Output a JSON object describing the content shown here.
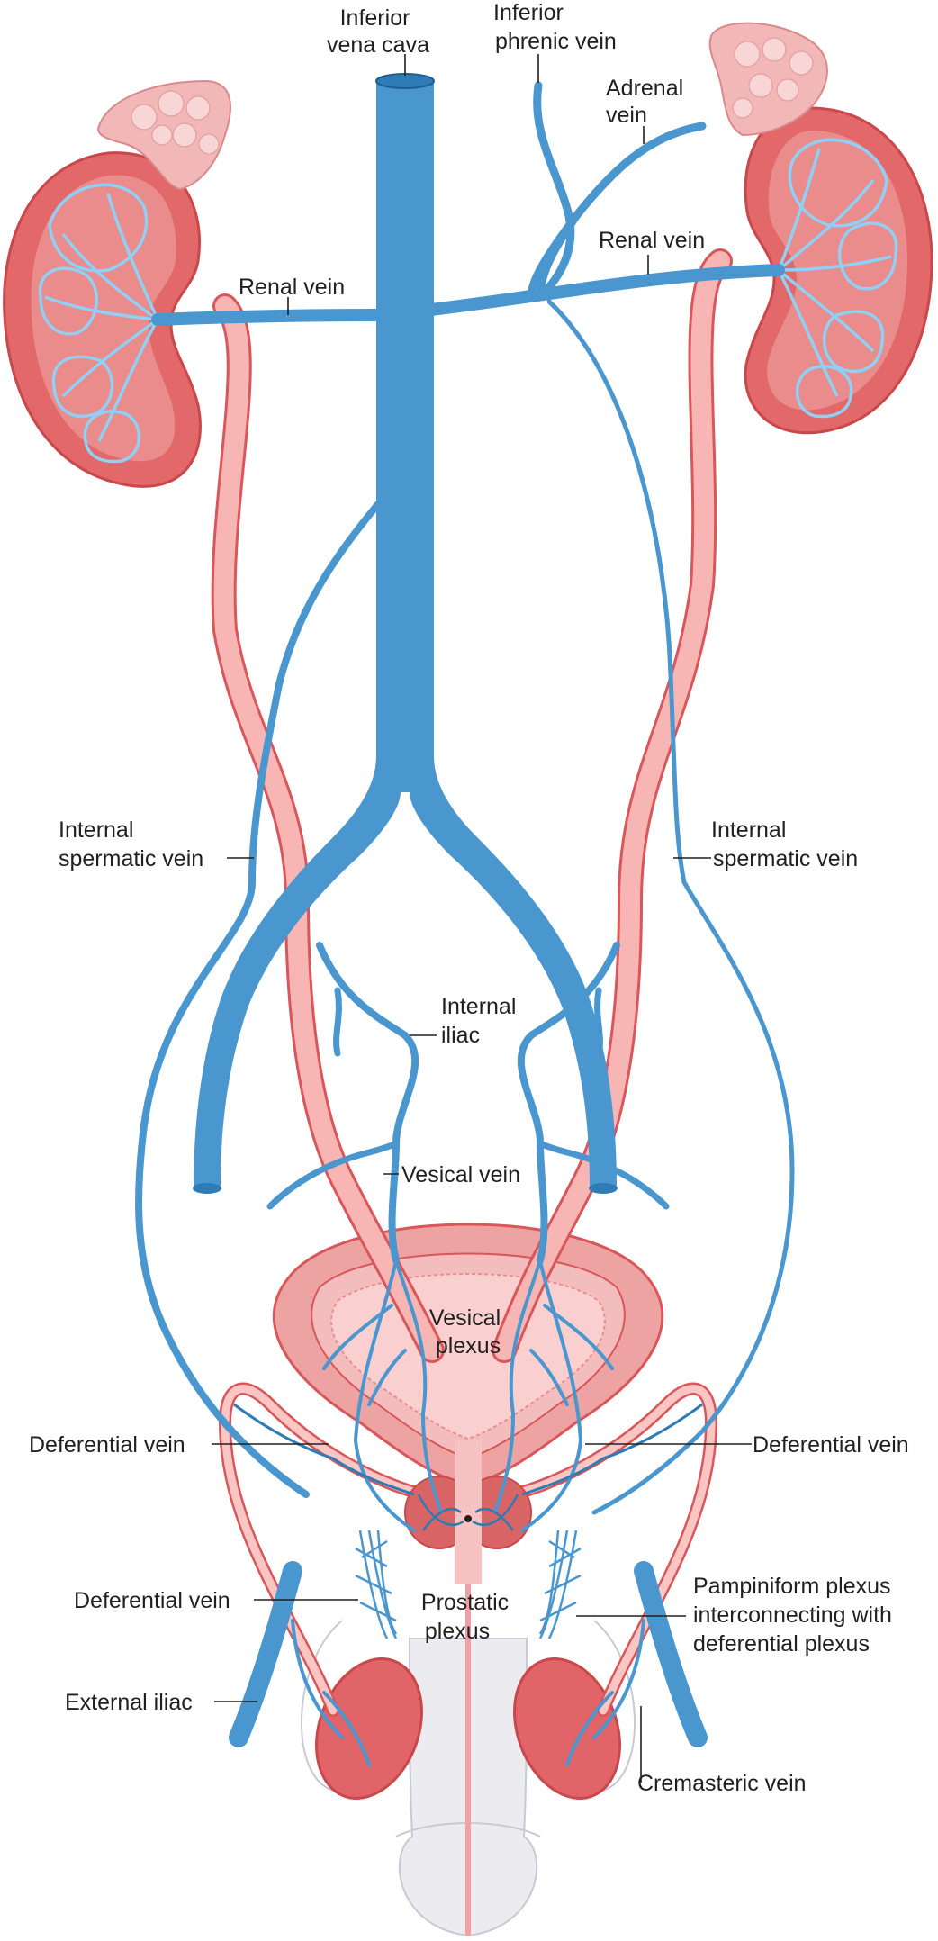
{
  "labels": {
    "ivc": [
      "Inferior",
      "vena cava"
    ],
    "phrenic": [
      "Inferior",
      "phrenic vein"
    ],
    "adrenal": [
      "Adrenal",
      "vein"
    ],
    "renal_left": "Renal vein",
    "renal_right": "Renal vein",
    "spermatic_left": [
      "Internal",
      "spermatic vein"
    ],
    "spermatic_right": [
      "Internal",
      "spermatic vein"
    ],
    "internal_iliac": [
      "Internal",
      "iliac"
    ],
    "vesical_vein": "Vesical vein",
    "vesical_plexus": [
      "Vesical",
      "plexus"
    ],
    "deferential_left": "Deferential vein",
    "deferential_right": "Deferential vein",
    "deferential_lower": "Deferential vein",
    "prostatic_plexus": [
      "Prostatic",
      "plexus"
    ],
    "pampiniform": [
      "Pampiniform plexus",
      "interconnecting with",
      "deferential plexus"
    ],
    "external_iliac": "External iliac",
    "cremasteric": "Cremasteric vein"
  },
  "colors": {
    "vein": "#4a96cf",
    "vein_light": "#7dbde8",
    "kidney": "#e2686a",
    "kidney_dark": "#c9484c",
    "adrenal": "#f2b8b8",
    "artery_tube": "#f7b6b4",
    "bladder": "#eea3a3",
    "testis": "#e06468",
    "penis": "#ececf0"
  }
}
